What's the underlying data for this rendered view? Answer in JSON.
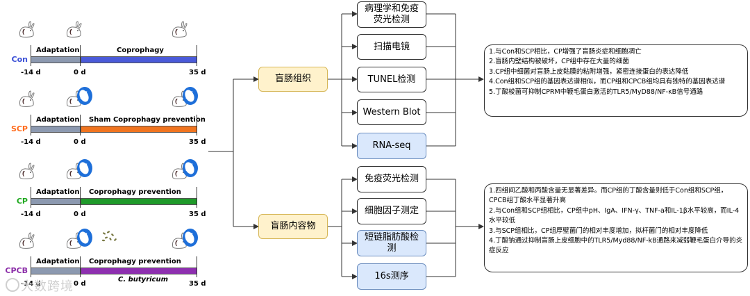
{
  "groups": [
    {
      "label": "Con",
      "label_color": "#3a4fd6",
      "bar_color": "#4a5ad9",
      "phase_a": "Adaptation",
      "phase_b": "Coprophagy",
      "ticks": [
        "-14 d",
        "0 d",
        "35 d"
      ]
    },
    {
      "label": "SCP",
      "label_color": "#ff6a1a",
      "bar_color": "#f0741f",
      "phase_a": "Adaptation",
      "phase_b": "Sham Coprophagy prevention",
      "ticks": [
        "-14 d",
        "0 d",
        "35 d"
      ]
    },
    {
      "label": "CP",
      "label_color": "#1ea81e",
      "bar_color": "#1f9a2a",
      "phase_a": "Adaptation",
      "phase_b": "Coprophagy prevention",
      "ticks": [
        "-14 d",
        "0 d",
        "35 d"
      ]
    },
    {
      "label": "CPCB",
      "label_color": "#8b2da8",
      "bar_color": "#8e2fb0",
      "phase_a": "Adaptation",
      "phase_b": "Coprophagy prevention",
      "phase_c": "C. butyricum",
      "ticks": [
        "-14 d",
        "0 d",
        "35 d"
      ]
    }
  ],
  "sample_nodes": {
    "cecum_tissue": "盲肠组织",
    "cecum_content": "盲肠内容物"
  },
  "tissue_methods": [
    "病理学和免疫荧光检测",
    "扫描电镜",
    "TUNEL检测",
    "Western Blot",
    "RNA-seq"
  ],
  "content_methods": [
    "免疫荧光检测",
    "细胞因子测定",
    "短链脂肪酸检测",
    "16s测序"
  ],
  "tissue_results": [
    "1.与Con和SCP相比，CP增强了盲肠炎症和细胞凋亡",
    "2.盲肠内壁结构被破坏，CP组中存在大量的细菌",
    "3.CP组中细菌对盲肠上皮黏膜的粘附增强，紧密连接蛋白的表达降低",
    "4.Con组和SCP组的基因表达谱相似，而CP组和CPCB组均具有独特的基因表达谱",
    "5.丁酸梭菌可抑制CPRM中鞭毛蛋白激活的TLR5/MyD88/NF-κB信号通路"
  ],
  "content_results": [
    "1.四组间乙酸和丙酸含量无显著差异。而CP组的丁酸含量则低于Con组和SCP组，CPCB组丁酸水平显著升高",
    "2.与Con组和SCP组相比，CP组中pH、IgA、IFN-γ、TNF-a和IL-1β水平较高，而IL-4水平较低",
    "3.与SCP组相比，CP组厚壁菌门的相对丰度增加，拟杆菌门的相对丰度降低",
    "4.丁酸钠通过抑制盲肠上皮细胞中的TLR5/Myd88/NF-kB通路来减弱鞭毛蛋白介导的炎症反应"
  ],
  "watermark": "大数跨境",
  "colors": {
    "node_blue": "#dae8fc",
    "node_yellow": "#fff2cc",
    "mask_blue": "#1e6fd9"
  }
}
